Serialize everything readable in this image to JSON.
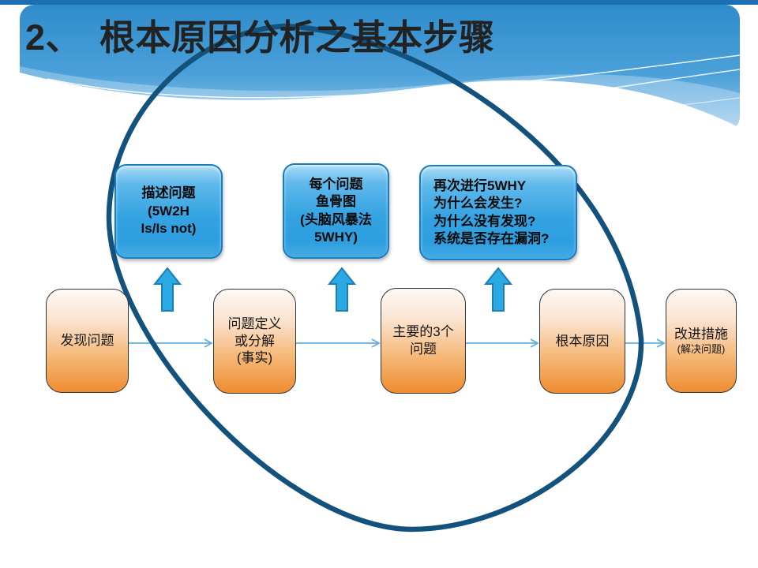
{
  "title": {
    "text": "2、　根本原因分析之基本步骤"
  },
  "colors": {
    "top_strip": "#1C6FB4",
    "header_blue_top": "#2F8CCB",
    "header_blue_mid": "#4BA0D9",
    "header_blue_bottom": "#9CCBEC",
    "ellipse_stroke": "#14527E",
    "up_arrow_fill": "#2BA9E2",
    "up_arrow_stroke": "#1B7FB8",
    "connector": "#5FAEE0",
    "callout_border": "#1A7CBE",
    "callout_fill": "#35A3E2",
    "step_border": "#333333",
    "step_orange": "#EF8C30",
    "title_color": "#222222"
  },
  "callouts": [
    {
      "id": "describe-problem",
      "text": "描述问题\n(5W2H\nIs/Is not)"
    },
    {
      "id": "fishbone",
      "text": "每个问题\n鱼骨图\n(头脑风暴法\n5WHY)"
    },
    {
      "id": "five-why-again",
      "text": "再次进行5WHY\n为什么会发生?\n为什么没有发现?\n系统是否存在漏洞?"
    }
  ],
  "steps": [
    {
      "id": "find-problem",
      "label": "发现问题"
    },
    {
      "id": "define-problem",
      "label": "问题定义\n或分解\n(事实)"
    },
    {
      "id": "main-3-problems",
      "label": "主要的3个\n问题"
    },
    {
      "id": "root-cause",
      "label": "根本原因"
    },
    {
      "id": "improvement",
      "label": "改进措施",
      "sublabel": "(解决问题)"
    }
  ]
}
